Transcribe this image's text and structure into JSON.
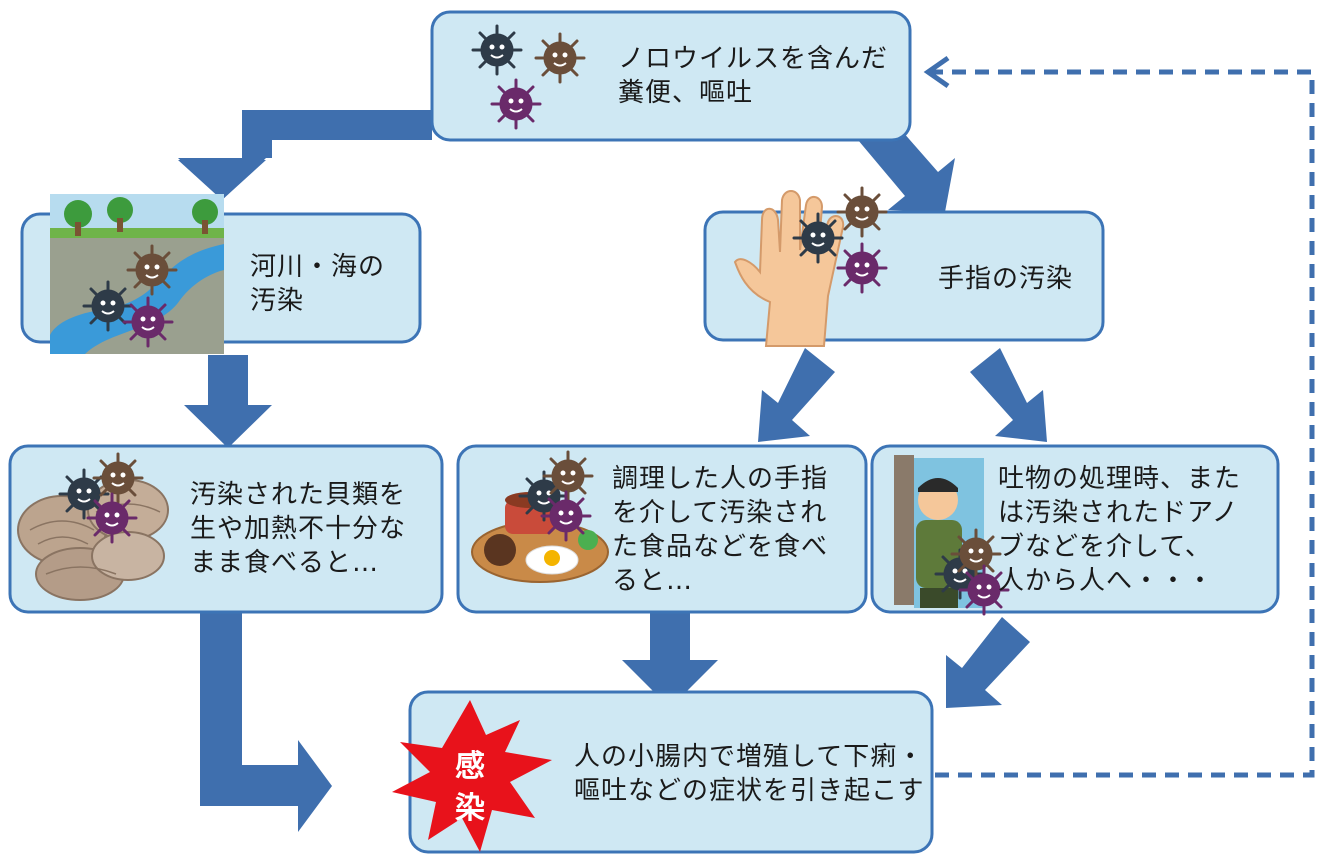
{
  "colors": {
    "box_fill": "#cfe8f3",
    "box_border": "#3c74b6",
    "arrow": "#3f6fae",
    "burst": "#e8121b",
    "burst_text": "#ffffff"
  },
  "nodes": {
    "source": "ノロウイルスを含んだ\n糞便、嘔吐",
    "river": "河川・海の\n汚染",
    "hands": "手指の汚染",
    "shellfish": "汚染された貝類を\n生や加熱不十分な\nまま食べると…",
    "food": "調理した人の手指\nを介して汚染され\nた食品などを食べ\nると…",
    "person": "吐物の処理時、また\nは汚染されたドアノ\nブなどを介して、\n人から人へ・・・",
    "infection": "人の小腸内で増殖して下痢・\n嘔吐などの症状を引き起こす"
  },
  "badge": {
    "line1": "感",
    "line2": "染"
  },
  "icons": [
    "virus-icon",
    "river-illustration",
    "hand-illustration",
    "shellfish-illustration",
    "food-plate-illustration",
    "person-at-door-illustration",
    "explosion-burst-icon"
  ]
}
